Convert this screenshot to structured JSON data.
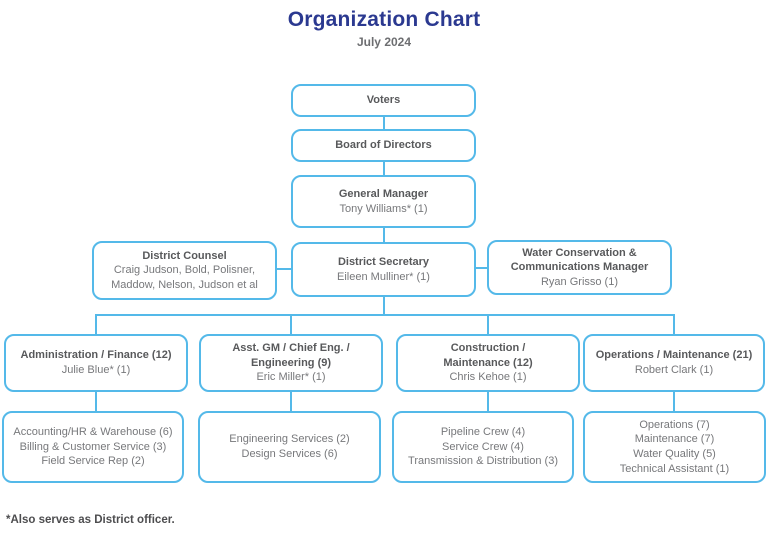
{
  "header": {
    "title": "Organization Chart",
    "subtitle": "July 2024"
  },
  "footnote": "*Also serves as District officer.",
  "colors": {
    "accent_blue": "#54B9E9",
    "title_navy": "#2B3990",
    "text_gray": "#77787B",
    "bold_text_gray": "#58595B"
  },
  "org": {
    "voters": {
      "title": "Voters"
    },
    "board_of_directors": {
      "title": "Board of Directors"
    },
    "general_manager": {
      "title": "General Manager",
      "people": "Tony Williams* (1)"
    },
    "district_counsel": {
      "title": "District Counsel",
      "people": [
        "Craig Judson, Bold, Polisner,",
        "Maddow, Nelson, Judson et al"
      ]
    },
    "district_secretary": {
      "title": "District Secretary",
      "people": "Eileen Mulliner* (1)"
    },
    "water_conservation": {
      "title": [
        "Water Conservation &",
        "Communications Manager"
      ],
      "people": "Ryan Grisso (1)"
    },
    "admin_finance": {
      "title": "Administration / Finance (12)",
      "people": "Julie Blue* (1)"
    },
    "asst_gm_engineering": {
      "title": [
        "Asst. GM / Chief Eng. /",
        "Engineering (9)"
      ],
      "people": "Eric Miller* (1)"
    },
    "construction_maintenance": {
      "title": [
        "Construction /",
        "Maintenance (12)"
      ],
      "people": "Chris Kehoe (1)"
    },
    "operations_maintenance": {
      "title": "Operations / Maintenance (21)",
      "people": "Robert Clark (1)"
    },
    "admin_detail": {
      "lines": [
        "Accounting/HR & Warehouse (6)",
        "Billing & Customer Service (3)",
        "Field Service Rep (2)"
      ]
    },
    "engineering_detail": {
      "lines": [
        "Engineering Services (2)",
        "Design Services (6)"
      ]
    },
    "construction_detail": {
      "lines": [
        "Pipeline Crew (4)",
        "Service Crew (4)",
        "Transmission & Distribution (3)"
      ]
    },
    "operations_detail": {
      "lines": [
        "Operations (7)",
        "Maintenance (7)",
        "Water Quality (5)",
        "Technical Assistant (1)"
      ]
    }
  }
}
